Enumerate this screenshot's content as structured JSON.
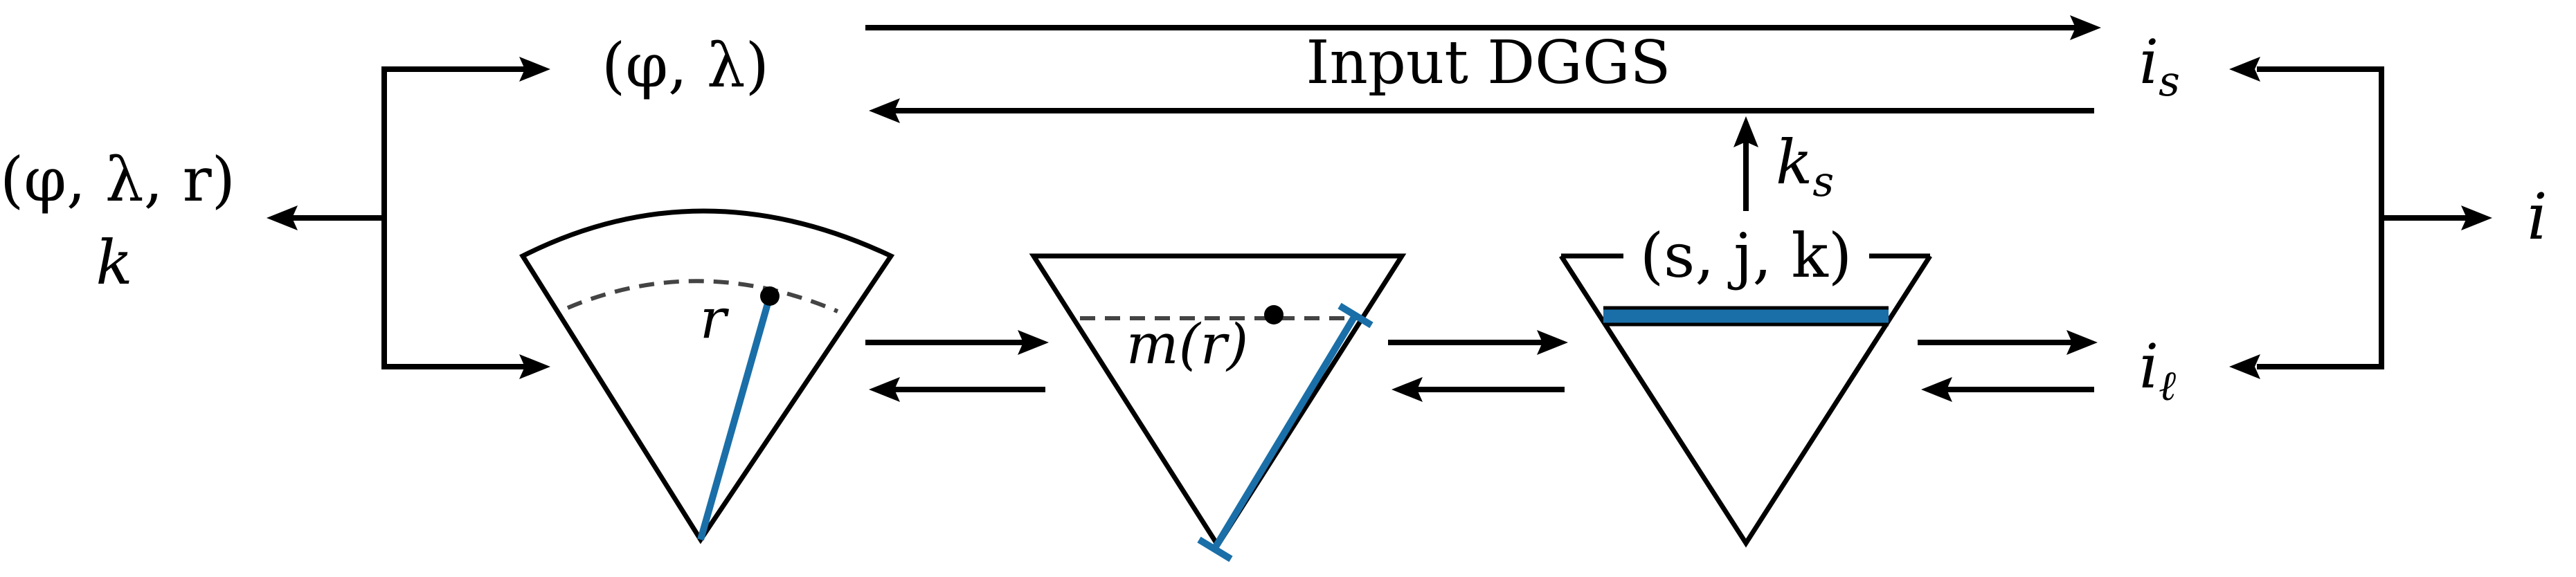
{
  "labels": {
    "phi_lambda": "(φ, λ)",
    "phi_lambda_r": "(φ, λ, r)",
    "k_left": "k",
    "input_dggs": "Input DGGS",
    "i_s_base": "i",
    "i_s_sub": "s",
    "i_l_base": "i",
    "i_l_sub": "ℓ",
    "i_right": "i",
    "k_s_base": "k",
    "k_s_sub": "s",
    "r_label": "r",
    "m_r_label": "m(r)",
    "sjk_label": "(s, j, k)"
  },
  "colors": {
    "line": "#000000",
    "accent_blue": "#1a6fa8",
    "dashed": "#444444",
    "background": "#ffffff"
  }
}
